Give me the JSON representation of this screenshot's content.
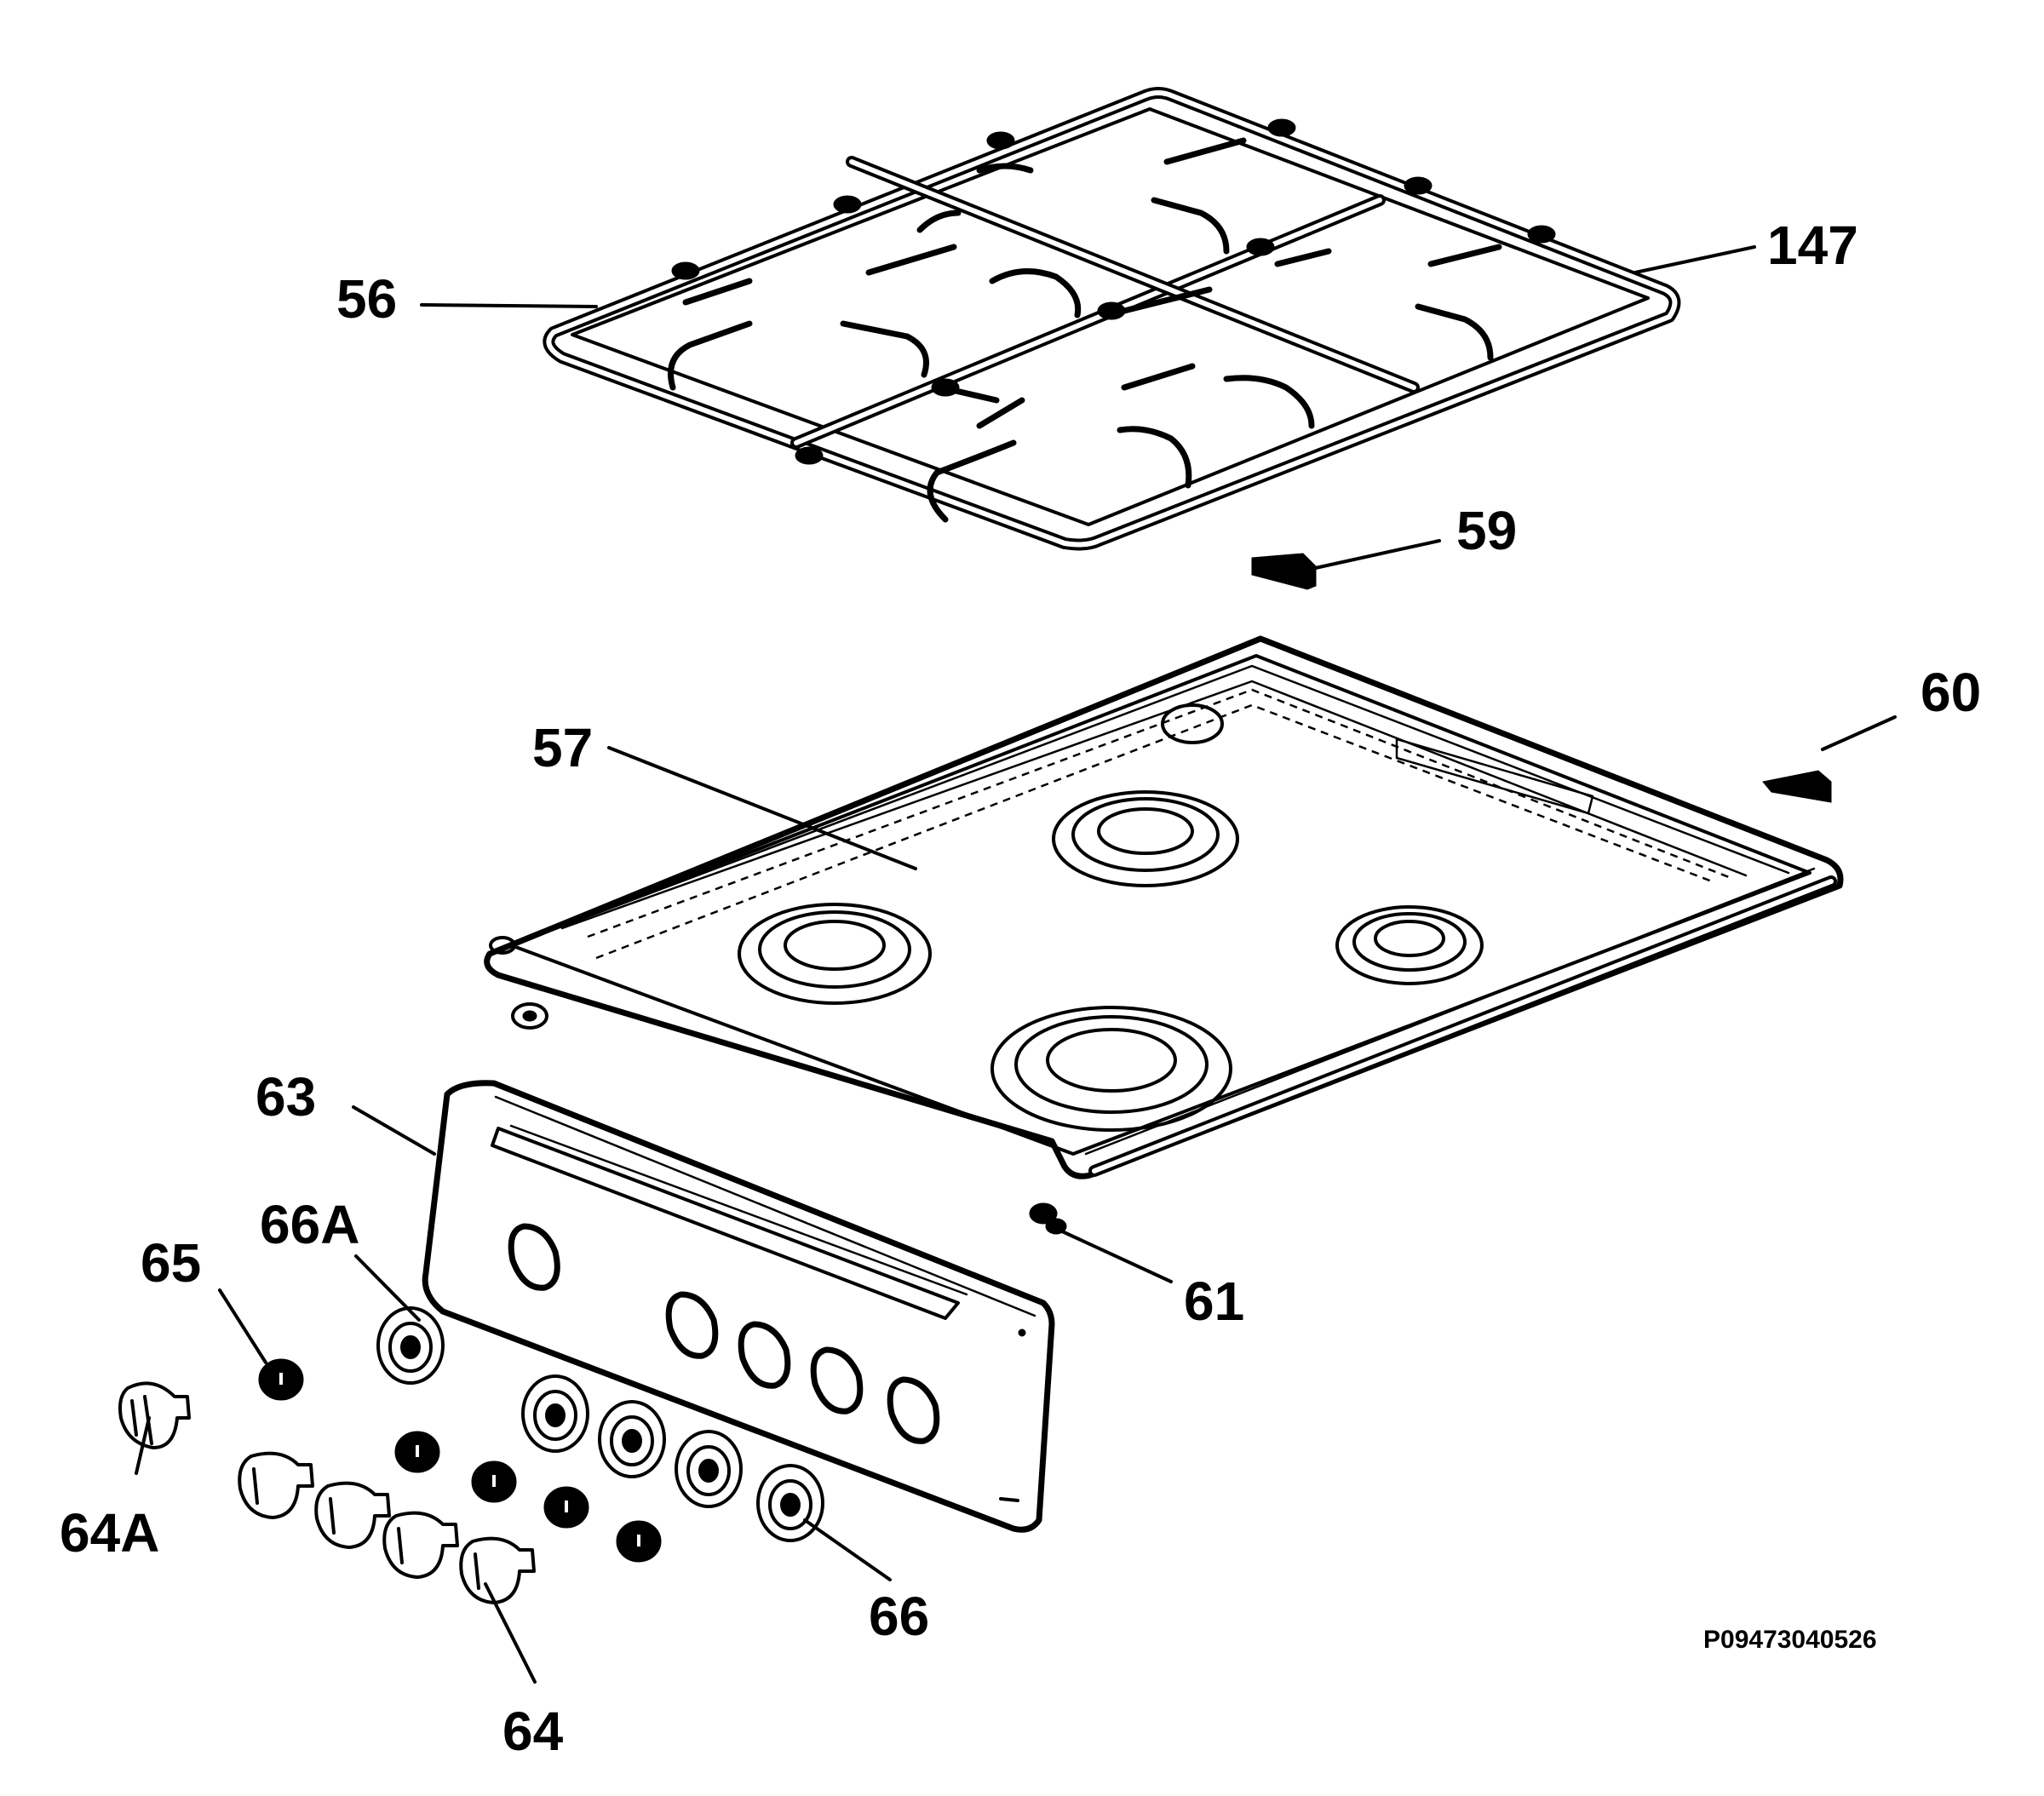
{
  "diagram": {
    "drawing_code": "P09473040526",
    "callouts": {
      "c147": "147",
      "c56": "56",
      "c59": "59",
      "c60": "60",
      "c57": "57",
      "c63": "63",
      "c66A": "66A",
      "c65": "65",
      "c61": "61",
      "c64A": "64A",
      "c66": "66",
      "c64": "64"
    }
  }
}
